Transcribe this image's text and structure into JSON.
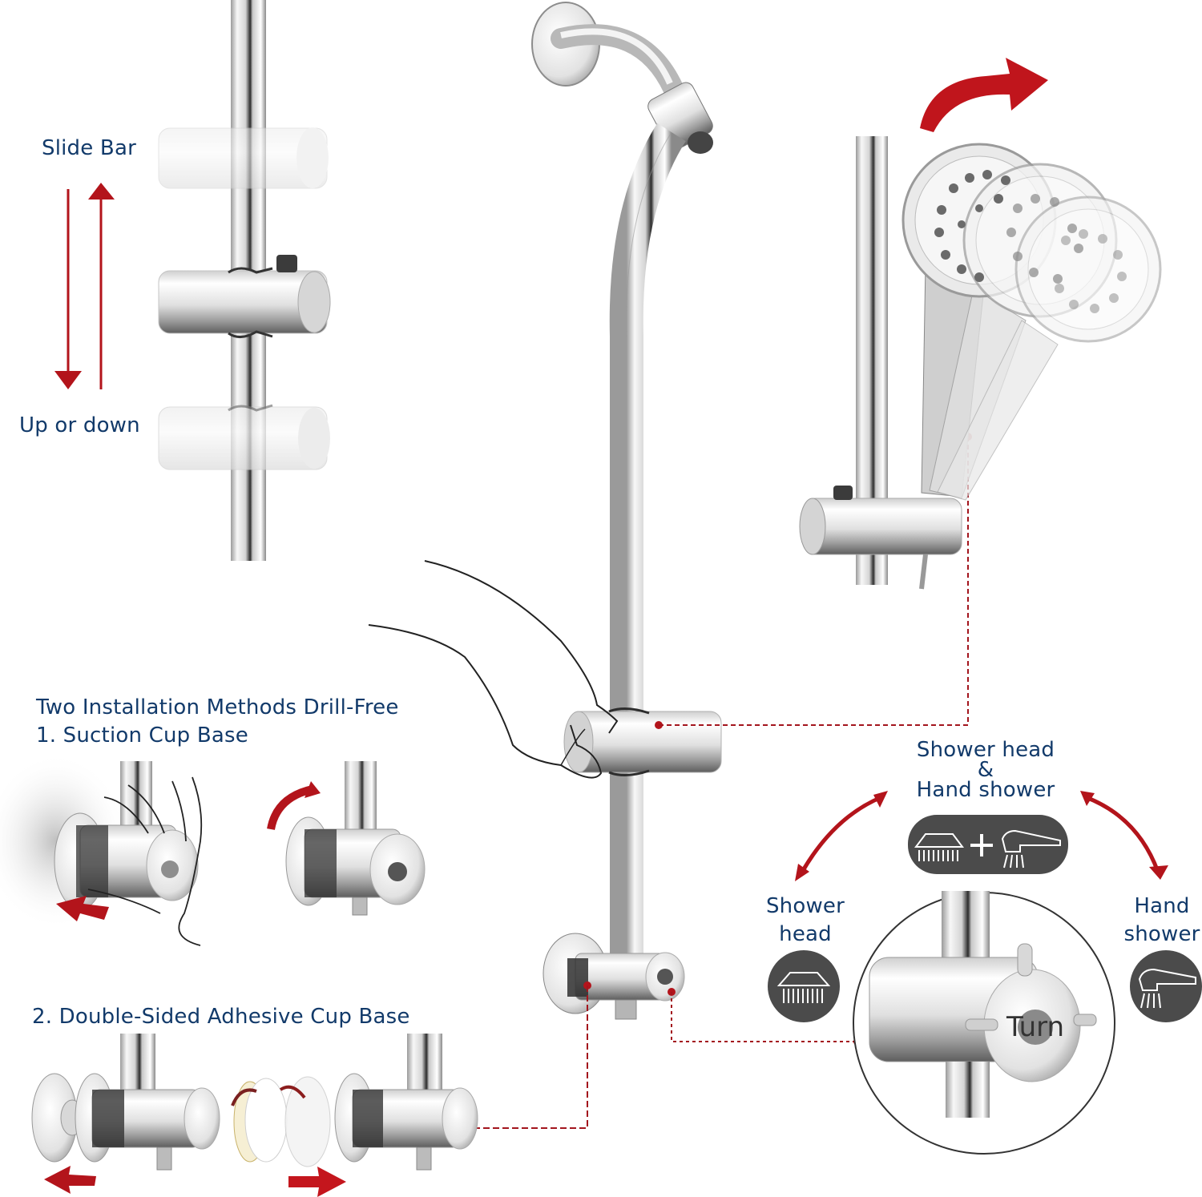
{
  "slide_section": {
    "title": "Slide Bar",
    "caption": "Up or down",
    "arrow_color": "#b3141b"
  },
  "installation_section": {
    "heading": "Two Installation Methods Drill-Free",
    "method_1": "1. Suction Cup Base",
    "method_2": "2. Double-Sided Adhesive Cup Base"
  },
  "diverter_section": {
    "top_mode": {
      "line1": "Shower head",
      "line2": "&",
      "line3": "Hand shower",
      "icons": [
        "shower-head-icon",
        "plus-icon",
        "hand-shower-icon"
      ]
    },
    "left_mode": {
      "line1": "Shower",
      "line2": "head",
      "icon": "shower-head-icon"
    },
    "right_mode": {
      "line1": "Hand",
      "line2": "shower",
      "icon": "hand-shower-icon"
    },
    "knob_label": "Turn"
  },
  "colors": {
    "text": "#123a6a",
    "arrow_red": "#b3141b",
    "icon_bg": "#4b4b4b",
    "chrome_light": "#f2f2f2",
    "chrome_dark": "#6e6e6e",
    "callout_line": "#a3151d"
  }
}
